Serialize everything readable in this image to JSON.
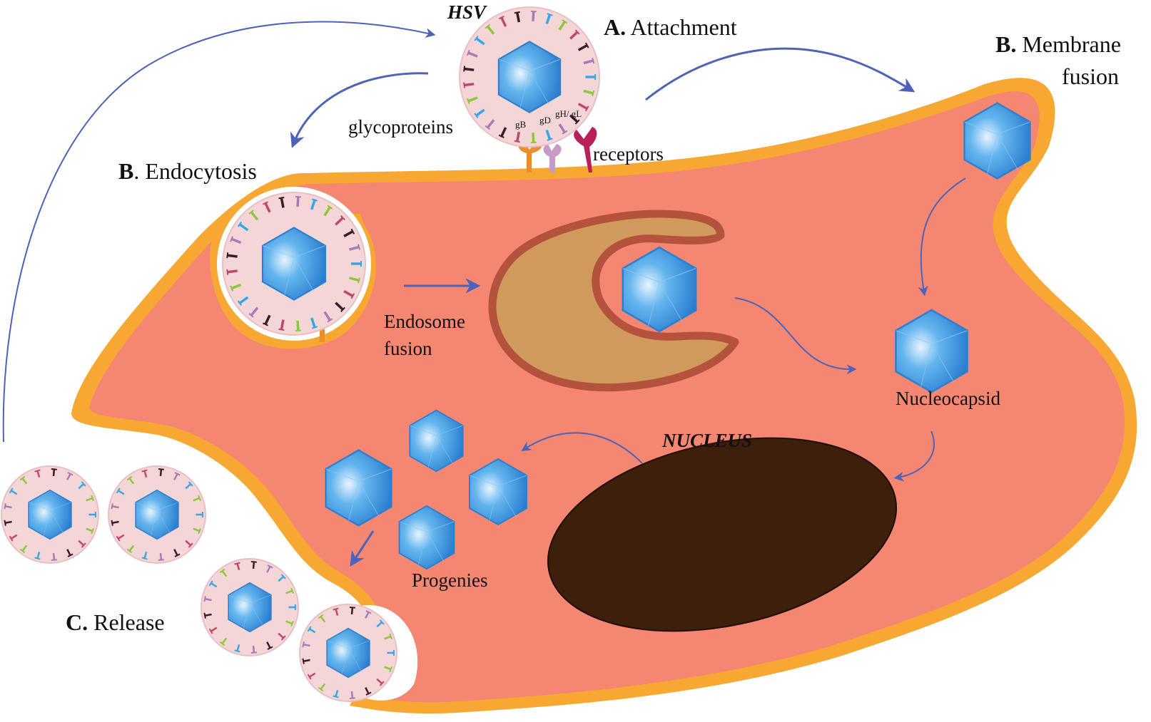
{
  "labels": {
    "hsv": "HSV",
    "attachment_letter": "A.",
    "attachment": "Attachment",
    "membrane_letter": "B.",
    "membrane_line1": "Membrane",
    "membrane_line2": "fusion",
    "endocytosis_letter": "B",
    "endocytosis": ". Endocytosis",
    "glycoproteins": "glycoproteins",
    "receptors": "receptors",
    "endosome_line1": "Endosome",
    "endosome_line2": "fusion",
    "nucleocapsid": "Nucleocapsid",
    "nucleus": "NUCLEUS",
    "progenies": "Progenies",
    "release_letter": "C.",
    "release": "Release",
    "gB": "gB",
    "gD": "gD",
    "gH_gL": "gH/ gL"
  },
  "colors": {
    "cytoplasm": "#f58671",
    "membrane": "#f7a833",
    "envelope": "#f5d6d6",
    "capsid": "#2f8fd9",
    "endosome": "#cf9a5a",
    "endosome_rim": "#b5523e",
    "nucleus": "#3e1f0c",
    "arrow": "#4d63b8"
  }
}
